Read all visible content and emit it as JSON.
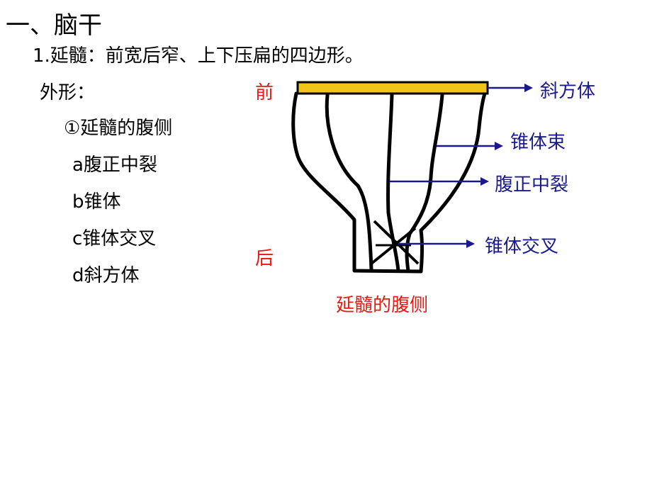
{
  "heading": "一、脑干",
  "subtitle": "1.延髓：前宽后窄、上下压扁的四边形。",
  "outline_label": "外形：",
  "section_title": "①延髓的腹侧",
  "items": [
    "a腹正中裂",
    "b锥体",
    "c锥体交叉",
    "d斜方体"
  ],
  "diagram": {
    "front_label": "前",
    "back_label": "后",
    "caption": "延髓的腹侧",
    "callouts": {
      "trapezoid_body": "斜方体",
      "pyramidal_tract": "锥体束",
      "ventral_median_fissure": "腹正中裂",
      "pyramidal_decussation": "锥体交叉"
    }
  },
  "colors": {
    "accent_red": "#e8190f",
    "label_blue": "#1a1a8c",
    "band_fill": "#f2c418",
    "outline": "#000000"
  }
}
